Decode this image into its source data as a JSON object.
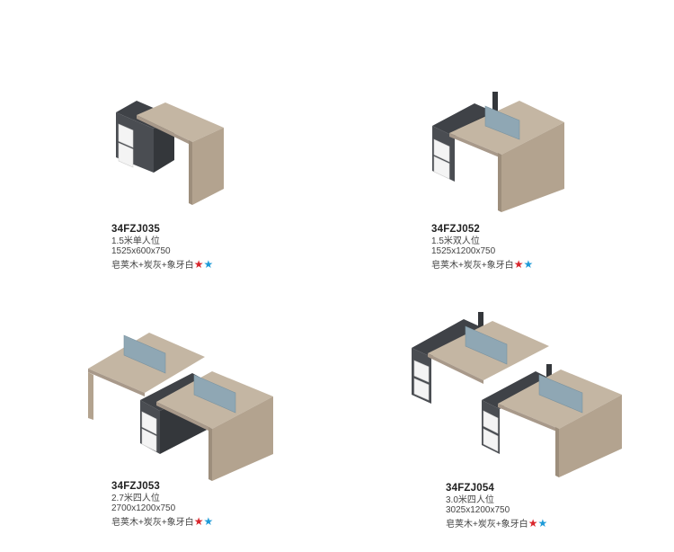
{
  "products": [
    {
      "code": "34FZJ035",
      "name": "1.5米单人位",
      "size": "1525x600x750",
      "material": "皂荚木+炭灰+象牙白",
      "star_1": "★",
      "star_2": "★",
      "colors": {
        "wood": "#b9aa96",
        "dark": "#4a4d52",
        "white": "#f4f4f4"
      }
    },
    {
      "code": "34FZJ052",
      "name": "1.5米双人位",
      "size": "1525x1200x750",
      "material": "皂荚木+炭灰+象牙白",
      "star_1": "★",
      "star_2": "★",
      "colors": {
        "wood": "#b9aa96",
        "dark": "#4a4d52",
        "screen": "#8fa7b4"
      }
    },
    {
      "code": "34FZJ053",
      "name": "2.7米四人位",
      "size": "2700x1200x750",
      "material": "皂荚木+炭灰+象牙白",
      "star_1": "★",
      "star_2": "★",
      "colors": {
        "wood": "#b9aa96",
        "dark": "#4a4d52",
        "screen": "#8fa7b4"
      }
    },
    {
      "code": "34FZJ054",
      "name": "3.0米四人位",
      "size": "3025x1200x750",
      "material": "皂荚木+炭灰+象牙白",
      "star_1": "★",
      "star_2": "★",
      "colors": {
        "wood": "#b9aa96",
        "dark": "#4a4d52",
        "screen": "#8fa7b4"
      }
    }
  ]
}
